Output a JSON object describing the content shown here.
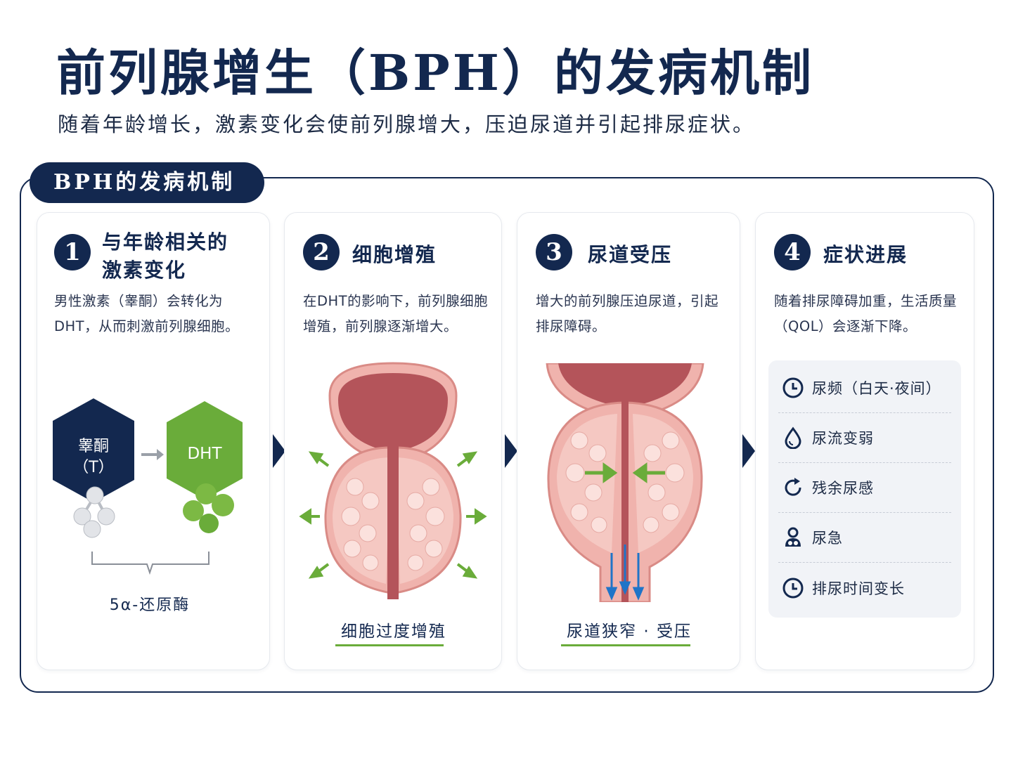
{
  "header": {
    "title": "前列腺增生（BPH）的发病机制",
    "subtitle": "随着年龄增长，激素变化会使前列腺增大，压迫尿道并引起排尿症状。"
  },
  "section": {
    "label": "BPH的发病机制"
  },
  "steps": [
    {
      "number": "1",
      "title_line1": "与年龄相关的",
      "title_line2": "激素变化",
      "desc_line1": "男性激素（睾酮）会转化为",
      "desc_line2": "DHT，从而刺激前列腺细胞。",
      "hex_left_line1": "睾酮",
      "hex_left_line2": "（T）",
      "hex_right": "DHT",
      "enzyme": "5α-还原酶"
    },
    {
      "number": "2",
      "title": "细胞增殖",
      "desc_line1": "在DHT的影响下，前列腺细胞",
      "desc_line2": "增殖，前列腺逐渐增大。",
      "caption": "细胞过度增殖"
    },
    {
      "number": "3",
      "title": "尿道受压",
      "desc_line1": "增大的前列腺压迫尿道，引起",
      "desc_line2": "排尿障碍。",
      "caption": "尿道狭窄 · 受压"
    },
    {
      "number": "4",
      "title": "症状进展",
      "desc_line1": "随着排尿障碍加重，生活质量",
      "desc_line2": "（QOL）会逐渐下降。",
      "symptoms": [
        {
          "icon": "clock-icon",
          "label": "尿频（白天·夜间）"
        },
        {
          "icon": "droplet-icon",
          "label": "尿流变弱"
        },
        {
          "icon": "refresh-icon",
          "label": "残余尿感"
        },
        {
          "icon": "person-icon",
          "label": "尿急"
        },
        {
          "icon": "clock-icon",
          "label": "排尿时间变长"
        }
      ]
    }
  ],
  "colors": {
    "navy": "#13284f",
    "green": "#6aac3a",
    "tissue": "#e9a5a0",
    "bladder": "#b4545a",
    "arrow_blue": "#1f74c8"
  }
}
